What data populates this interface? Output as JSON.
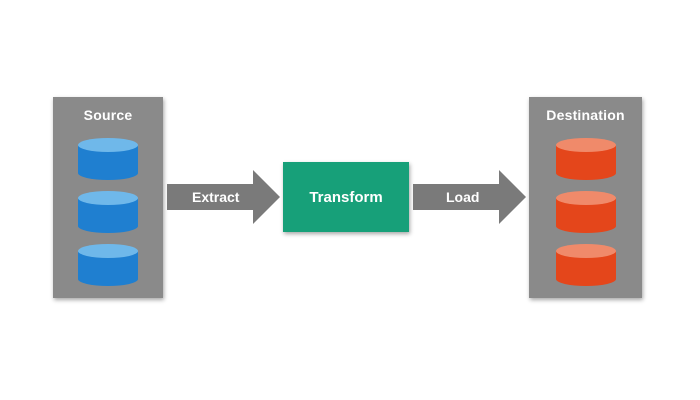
{
  "source": {
    "title": "Source",
    "db_color_top": "#6fb8ea",
    "db_color_body": "#1f7fd0",
    "db_count": 3
  },
  "destination": {
    "title": "Destination",
    "db_color_top": "#f08a6a",
    "db_color_body": "#e4461b",
    "db_count": 3
  },
  "steps": {
    "extract": "Extract",
    "transform": "Transform",
    "load": "Load"
  },
  "colors": {
    "panel": "#8a8a8a",
    "arrow": "#7a7a7a",
    "transform_box": "#17a079"
  }
}
